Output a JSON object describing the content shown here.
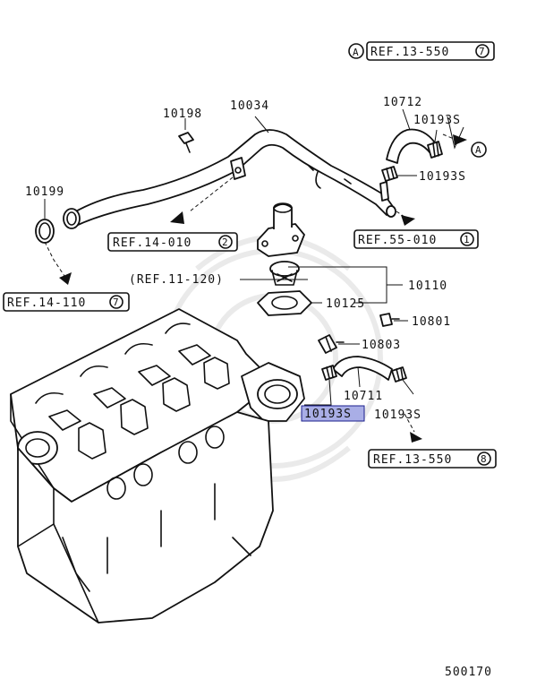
{
  "diagram_id": "500170",
  "circle_A": "A",
  "refs": [
    {
      "text": "REF.13-550",
      "num": "7"
    },
    {
      "text": "REF.14-010",
      "num": "2"
    },
    {
      "text": "REF.55-010",
      "num": "1"
    },
    {
      "text": "REF.14-110",
      "num": "7"
    },
    {
      "text": "REF.13-550",
      "num": "8"
    }
  ],
  "ref_plain": "(REF.11-120)",
  "parts": {
    "p10198": "10198",
    "p10034": "10034",
    "p10712": "10712",
    "p10193s_a": "10193S",
    "p10193s_b": "10193S",
    "p10199": "10199",
    "p10110": "10110",
    "p10125": "10125",
    "p10801": "10801",
    "p10803": "10803",
    "p10711": "10711",
    "p10193s_hl": "10193S",
    "p10193s_c": "10193S"
  },
  "colors": {
    "highlight": "#a9aee6",
    "ink": "#111111"
  }
}
